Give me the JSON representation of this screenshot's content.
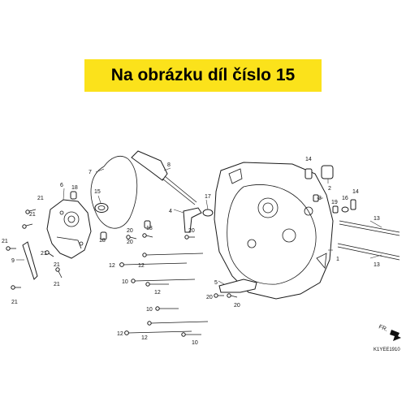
{
  "banner": {
    "text": "Na obrázku díl číslo 15"
  },
  "diagram_code": "K1YEE1910",
  "fr_label": "FR.",
  "callouts": [
    "1",
    "2",
    "3",
    "4",
    "5",
    "6",
    "7",
    "8",
    "9",
    "10",
    "12",
    "13",
    "14",
    "15",
    "16",
    "17",
    "18",
    "19",
    "20",
    "21"
  ],
  "accent_color": "#fbe21b"
}
